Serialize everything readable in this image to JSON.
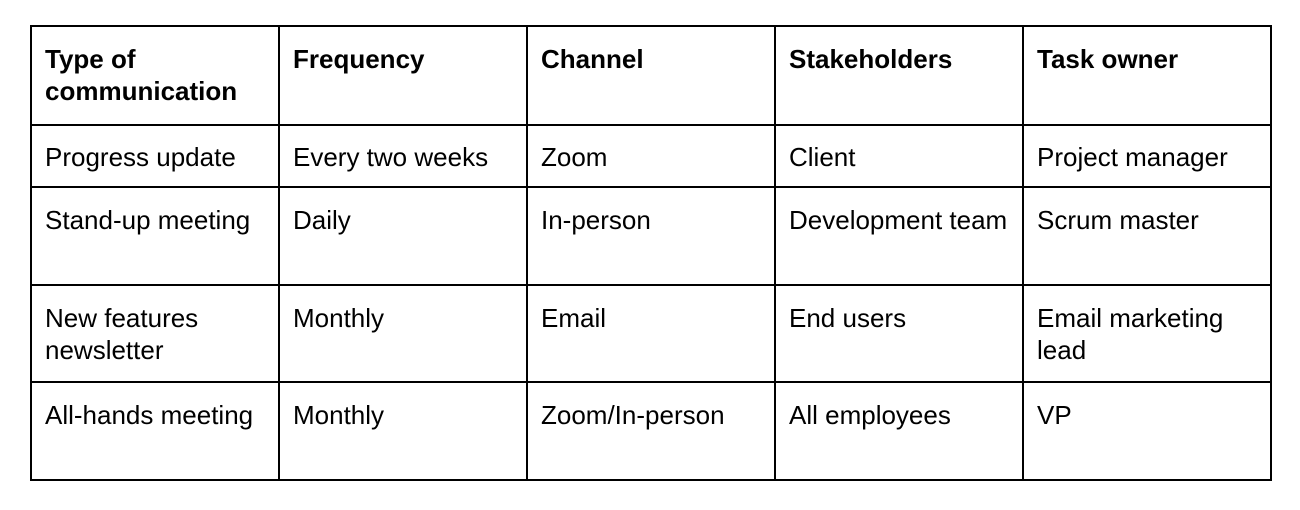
{
  "table": {
    "headers": [
      "Type of communication",
      "Frequency",
      "Channel",
      "Stakeholders",
      "Task owner"
    ],
    "rows": [
      [
        "Progress update",
        "Every two weeks",
        "Zoom",
        "Client",
        "Project manager"
      ],
      [
        "Stand-up meeting",
        "Daily",
        "In-person",
        "Development team",
        "Scrum master"
      ],
      [
        "New features newsletter",
        "Monthly",
        "Email",
        "End users",
        "Email marketing lead"
      ],
      [
        "All-hands meeting",
        "Monthly",
        "Zoom/In-person",
        "All employees",
        "VP"
      ]
    ]
  }
}
